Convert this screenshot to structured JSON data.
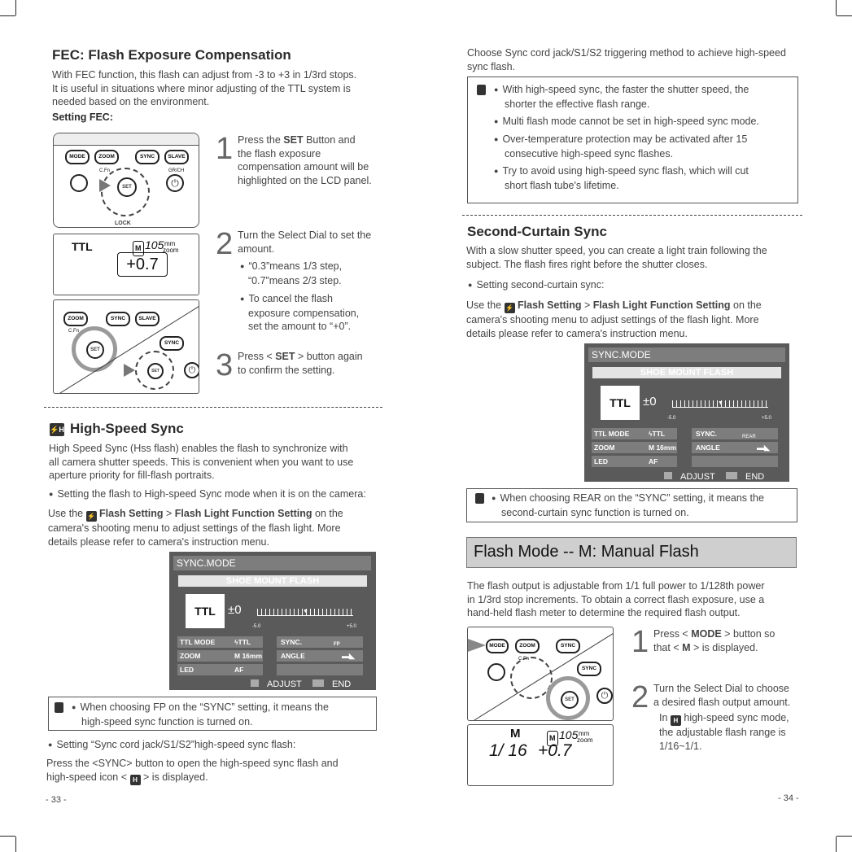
{
  "left": {
    "fec": {
      "title": "FEC: Flash Exposure Compensation",
      "intro": [
        "With FEC function, this flash can adjust from -3 to +3 in 1/3rd stops.",
        "It is useful in situations where minor adjusting of the TTL system is",
        "needed based on the environment."
      ],
      "setting": "Setting FEC:",
      "step1_num": "1",
      "step1": [
        "Press the ",
        "SET",
        " Button and",
        "the flash exposure",
        "compensation amount will be",
        "highlighted on the LCD panel."
      ],
      "step2_num": "2",
      "step2": [
        "Turn the Select Dial to set the",
        "amount."
      ],
      "step2_b1": [
        "“0.3”means 1/3 step,",
        "“0.7”means 2/3 step."
      ],
      "step2_b2": [
        "To cancel the flash",
        "exposure compensation,",
        "set the amount to “+0”."
      ],
      "step3_num": "3",
      "step3": [
        "Press < ",
        "SET",
        " > button again",
        "to confirm the setting."
      ],
      "panel_buttons": [
        "MODE",
        "ZOOM",
        "SYNC",
        "SLAVE"
      ],
      "panel_labels": [
        "C.Fn",
        "GR/CH",
        "SET",
        "LOCK"
      ],
      "lcd_ttl": "TTL",
      "lcd_zoom": "M",
      "lcd_zoom_val": "105",
      "lcd_mm": "mm",
      "lcd_zoom_word": "zoom",
      "lcd_fec": "+0.7"
    },
    "hss": {
      "title": "High-Speed Sync",
      "intro": [
        "High Speed Sync (Hss flash) enables the flash to synchronize with",
        "all camera shutter speeds. This is convenient when you want to use",
        "aperture priority for fill-flash portraits."
      ],
      "bullet1": "Setting the flash to High-speed Sync mode when it is on the camera:",
      "use_pre": "Use the ",
      "use_b1": "Flash Setting",
      "use_gt": " > ",
      "use_b2": "Flash Light Function Setting",
      "use_post": " on the",
      "use2": "camera's shooting menu to adjust settings of the flash light.  More",
      "use3": "details please refer to camera's instruction menu.",
      "note": [
        "When  choosing  FP  on  the  “SYNC”  setting,  it  means  the",
        "high-speed sync function is turned on."
      ],
      "bullet2": "Setting “Sync cord jack/S1/S2”high-speed sync flash:",
      "press1": "Press the <SYNC> button to open the high-speed sync flash and",
      "press2_pre": "high-speed icon < ",
      "press2_post": " > is displayed."
    },
    "lcd": {
      "header": "SYNC.MODE",
      "title": "SHOE MOUNT FLASH",
      "ttl": "TTL",
      "pm": "±0",
      "min": "-5.0",
      "max": "+5.0",
      "rows": [
        [
          "TTL MODE",
          "ϟTTL"
        ],
        [
          "ZOOM",
          "M  16mm"
        ],
        [
          "LED",
          "AF"
        ]
      ],
      "rows2": [
        [
          "SYNC.",
          "FP"
        ],
        [
          "ANGLE",
          ""
        ]
      ],
      "adjust": "ADJUST",
      "end": "END"
    },
    "page_num": "-  33  -"
  },
  "right": {
    "intro": [
      "Choose Sync cord jack/S1/S2 triggering method to achieve high-speed",
      "sync flash."
    ],
    "note1": [
      [
        "With high-speed sync, the faster the shutter speed, the",
        "shorter the effective flash range."
      ],
      [
        "Multi flash mode cannot be set in high-speed sync mode."
      ],
      [
        "Over-temperature protection may be activated after 15",
        "consecutive high-speed sync flashes."
      ],
      [
        "Try to avoid using high-speed sync flash, which will cut",
        "short flash tube's lifetime."
      ]
    ],
    "scs": {
      "title": "Second-Curtain Sync",
      "intro": [
        "With a slow shutter speed, you can create a light train following the",
        "subject. The flash fires right before the shutter closes."
      ],
      "bullet": "Setting second-curtain sync:",
      "use_pre": "Use the ",
      "use_b1": "Flash Setting",
      "use_gt": "  > ",
      "use_b2": "Flash Light Function Setting",
      "use_post": " on the",
      "use2": "camera's shooting menu to adjust settings of the flash light. More",
      "use3": "details please refer to camera's instruction menu.",
      "note": [
        "When  choosing REAR on the “SYNC” setting, it means the",
        "second-curtain sync function is turned on."
      ]
    },
    "lcd": {
      "header": "SYNC.MODE",
      "title": "SHOE MOUNT FLASH",
      "ttl": "TTL",
      "pm": "±0",
      "min": "-5.0",
      "max": "+5.0",
      "rows": [
        [
          "TTL MODE",
          "ϟTTL"
        ],
        [
          "ZOOM",
          "M  16mm"
        ],
        [
          "LED",
          "AF"
        ]
      ],
      "rows2": [
        [
          "SYNC.",
          "REAR"
        ],
        [
          "ANGLE",
          ""
        ]
      ],
      "adjust": "ADJUST",
      "end": "END"
    },
    "manual": {
      "header": "Flash Mode -- M: Manual Flash",
      "intro": [
        "The flash output is adjustable from 1/1 full power to 1/128th power",
        "in 1/3rd stop increments. To obtain a correct flash exposure, use a",
        "hand-held flash meter to determine the required flash output."
      ],
      "step1_num": "1",
      "step1": [
        "Press < ",
        "MODE",
        " > button so",
        "that < ",
        "M",
        " > is displayed."
      ],
      "step2_num": "2",
      "step2": [
        "Turn the Select Dial to choose",
        "a desired flash output amount."
      ],
      "step2_note": [
        "In ",
        " high-speed sync mode,",
        "the adjustable flash range is",
        "1/16~1/1."
      ],
      "lcd_m": "M",
      "lcd_zoom": "M",
      "lcd_zoom_val": "105",
      "lcd_mm": "mm",
      "lcd_zoom_word": "zoom",
      "lcd_power": "1/  16",
      "lcd_fec": "+0.7",
      "panel_buttons": [
        "MODE",
        "ZOOM",
        "SYNC"
      ],
      "panel_labels": [
        "C.Fn",
        "SET"
      ]
    },
    "page_num": "-  34  -"
  }
}
